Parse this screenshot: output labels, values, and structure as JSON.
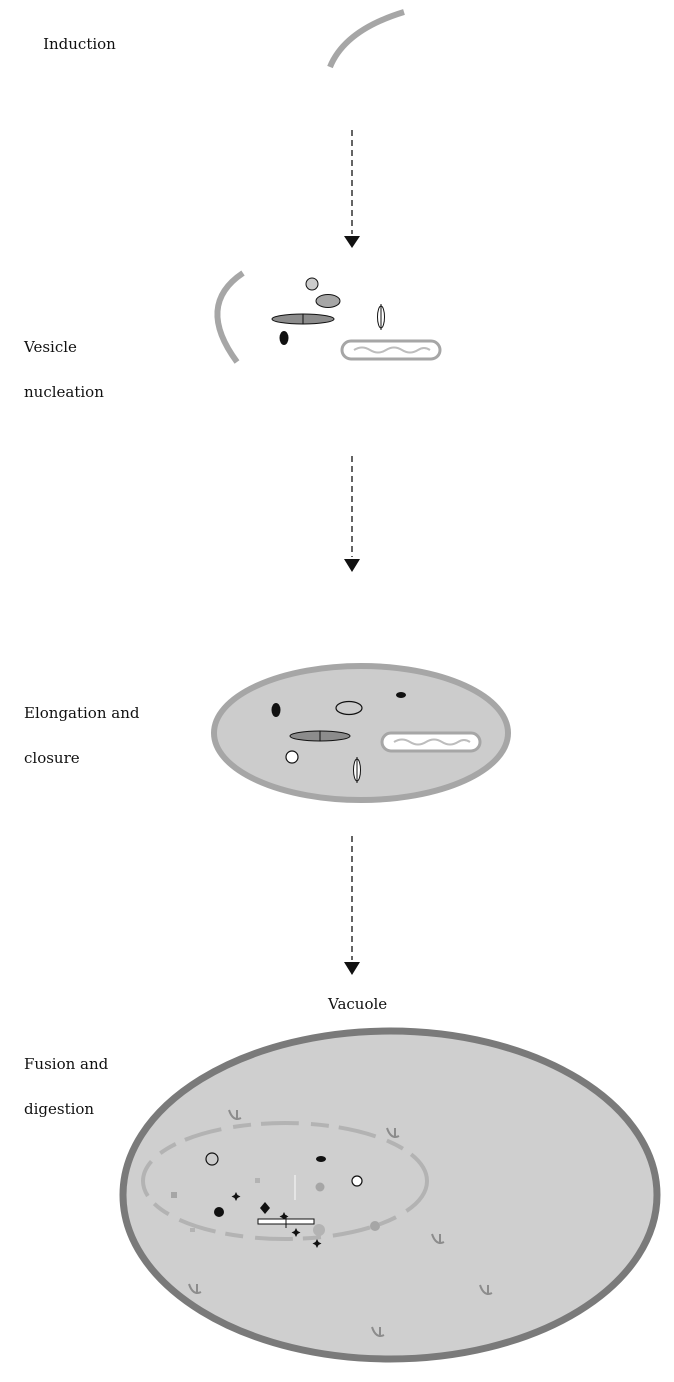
{
  "stages": [
    {
      "label_line1": "Induction",
      "label_line2": ""
    },
    {
      "label_line1": "Vesicle",
      "label_line2": "nucleation"
    },
    {
      "label_line1": "Elongation and",
      "label_line2": "closure"
    },
    {
      "label_line1": "Fusion and",
      "label_line2": "digestion"
    }
  ],
  "vacuole_label": "Vacuole",
  "colors": {
    "membrane": "#a6a6a6",
    "fill_light": "#cccccc",
    "vacuole_border": "#7a7a7a",
    "vacuole_fill": "#cfcfcf",
    "cargo_dark": "#111111",
    "cargo_mid": "#8c8c8c",
    "arrow": "#111111"
  }
}
